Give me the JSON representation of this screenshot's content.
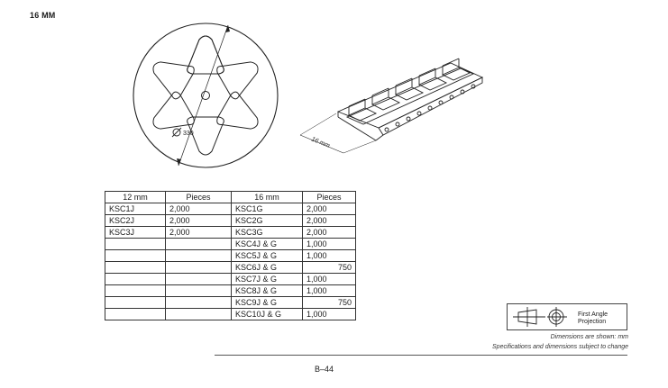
{
  "heading": "16 MM",
  "reel": {
    "diameter_label": "330"
  },
  "tape": {
    "width_label": "16 mm"
  },
  "table": {
    "headers": [
      "12 mm",
      "Pieces",
      "16 mm",
      "Pieces"
    ],
    "rows": [
      [
        "KSC1J",
        "2,000",
        "KSC1G",
        "2,000"
      ],
      [
        "KSC2J",
        "2,000",
        "KSC2G",
        "2,000"
      ],
      [
        "KSC3J",
        "2,000",
        "KSC3G",
        "2,000"
      ],
      [
        "",
        "",
        "KSC4J & G",
        "1,000"
      ],
      [
        "",
        "",
        "KSC5J & G",
        "1,000"
      ],
      [
        "",
        "",
        "KSC6J & G",
        "750"
      ],
      [
        "",
        "",
        "KSC7J & G",
        "1,000"
      ],
      [
        "",
        "",
        "KSC8J & G",
        "1,000"
      ],
      [
        "",
        "",
        "KSC9J & G",
        "750"
      ],
      [
        "",
        "",
        "KSC10J & G",
        "1,000"
      ]
    ]
  },
  "projection": {
    "line1": "First Angle",
    "line2": "Projection"
  },
  "notes": {
    "dimensions": "Dimensions are shown: mm",
    "specs": "Specifications and dimensions subject to change"
  },
  "page_number": "B–44"
}
